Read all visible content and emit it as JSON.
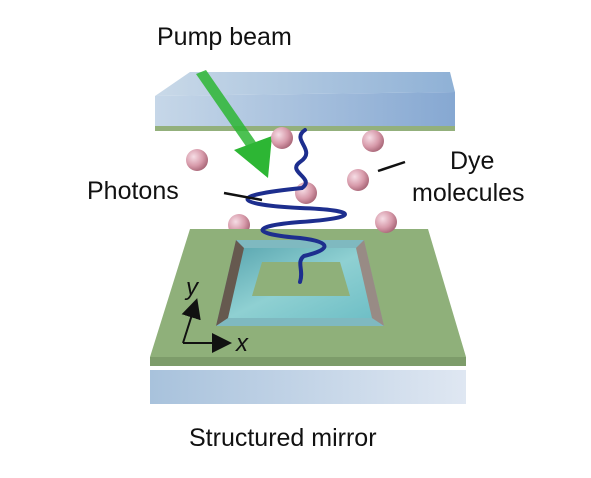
{
  "labels": {
    "pump_beam": "Pump beam",
    "photons": "Photons",
    "dye_line1": "Dye",
    "dye_line2": "molecules",
    "mirror": "Structured mirror",
    "axis_y": "y",
    "axis_x": "x"
  },
  "colors": {
    "glass_top": "#b9cfe2",
    "glass_front": "#a9c2dc",
    "mirror_base": "#8fb07a",
    "mirror_well": "#7fc2c9",
    "beam": "#2db634",
    "wave": "#1d2e8e",
    "molecule": "#d79aaa"
  },
  "icons": {
    "pump_arrow": "green-arrow-icon",
    "photon_wave": "wave-icon",
    "molecule": "sphere-icon",
    "axes": "xy-axes-icon"
  }
}
